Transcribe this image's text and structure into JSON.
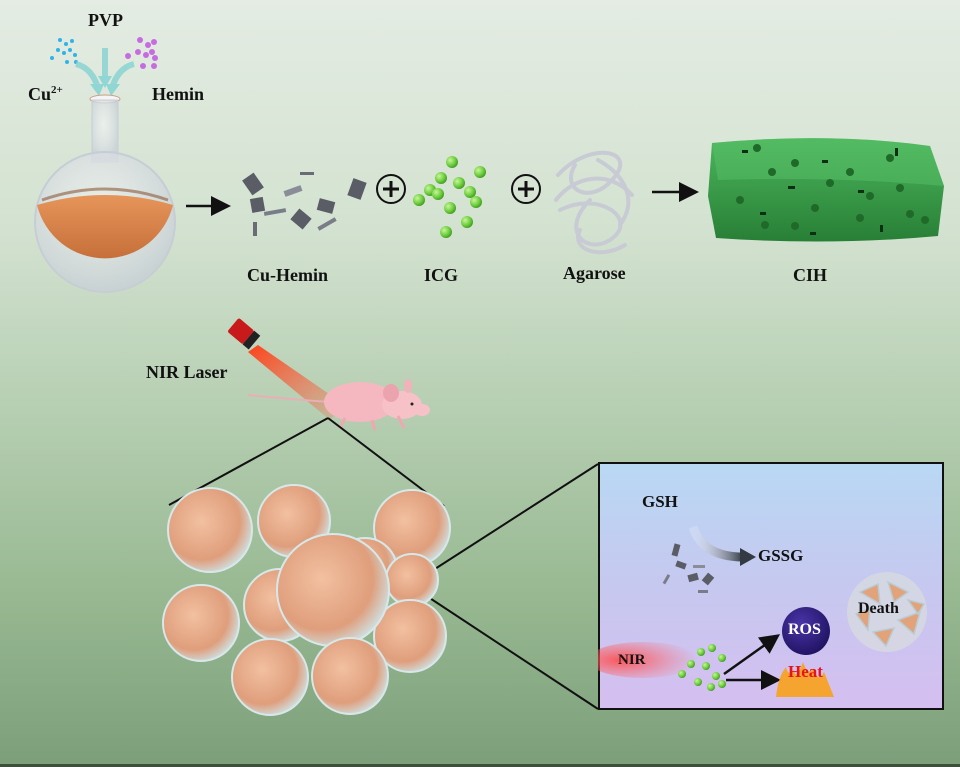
{
  "figure": {
    "top_row": {
      "reagents": {
        "pvp": "PVP",
        "copper": "Cu",
        "copper_charge": "2+",
        "hemin": "Hemin"
      },
      "components": [
        {
          "id": "cu-hemin",
          "label": "Cu-Hemin"
        },
        {
          "id": "icg",
          "label": "ICG"
        },
        {
          "id": "agarose",
          "label": "Agarose"
        },
        {
          "id": "cih",
          "label": "CIH"
        }
      ],
      "plus_symbol": "+"
    },
    "middle": {
      "laser_label": "NIR Laser"
    },
    "inset": {
      "gsh": "GSH",
      "gssg": "GSSG",
      "nir": "NIR",
      "ros": "ROS",
      "heat": "Heat",
      "death": "Death"
    },
    "colors": {
      "solution": "#d9844a",
      "icg_green": "#6fcf3f",
      "hydrogel": "#2f9a3f",
      "ros_circle": "#2b1a78",
      "heat_text": "#e8141c",
      "cell": "#e8a98a",
      "cu_ion": "#2fb3e8",
      "hemin_dot": "#c56de0"
    }
  }
}
